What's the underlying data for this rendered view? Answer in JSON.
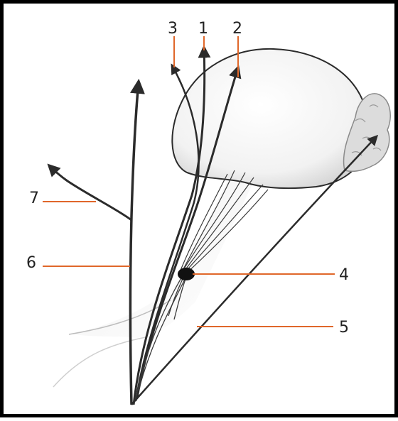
{
  "diagram": {
    "labels": {
      "n1": "1",
      "n2": "2",
      "n3": "3",
      "n4": "4",
      "n5": "5",
      "n6": "6",
      "n7": "7"
    },
    "colors": {
      "border": "#000000",
      "nerve": "#2b2b2b",
      "leader": "#e0672a",
      "ganglion": "#111111",
      "gland": "#d9d9d9"
    }
  }
}
